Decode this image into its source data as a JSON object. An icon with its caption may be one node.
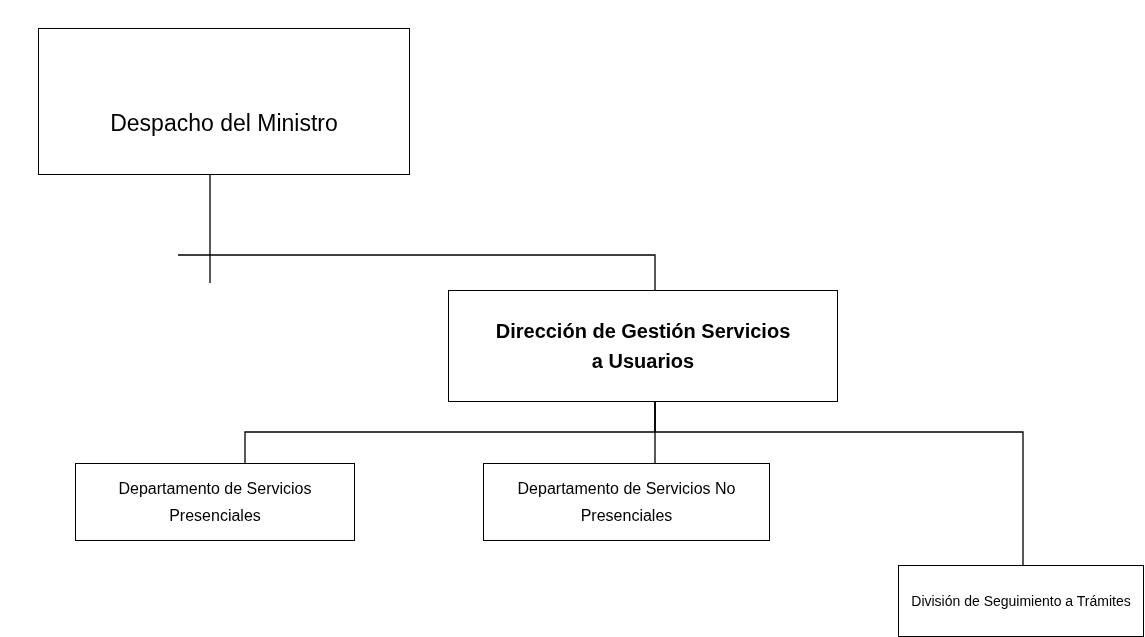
{
  "diagram": {
    "nodes": [
      {
        "text": [
          "Despacho del Ministro"
        ]
      },
      {
        "text": [
          "Dirección de Gestión Servicios a Usuarios"
        ]
      },
      {
        "text": [
          "Departamento de Servicios Presenciales"
        ]
      },
      {
        "text": [
          "Departamento de Servicios No Presenciales"
        ]
      },
      {
        "text": [
          "División de Seguimiento a Trámites"
        ]
      }
    ],
    "edges": [
      {
        "from": 0,
        "to": 1,
        "arrow": "none"
      },
      {
        "from": 1,
        "to": 2,
        "arrow": "none"
      },
      {
        "from": 1,
        "to": 3,
        "arrow": "none"
      },
      {
        "from": 1,
        "to": 4,
        "arrow": "none"
      }
    ]
  }
}
